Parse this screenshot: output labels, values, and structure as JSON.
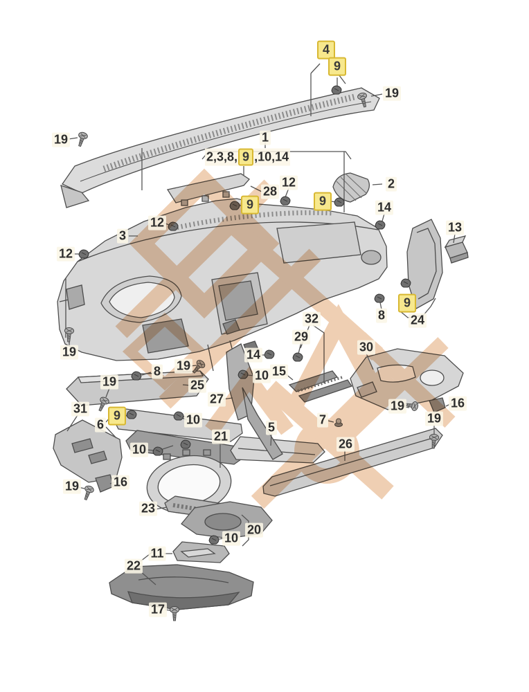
{
  "figure": {
    "kind": "exploded-parts-diagram",
    "subject": "dashboard-instrument-panel-assembly"
  },
  "colors": {
    "background": "#ffffff",
    "part_fill_light": "#d8d8d8",
    "part_fill_dark": "#9a9a9a",
    "line": "#4d4d4d",
    "watermark": "#e09f68",
    "highlight_bg": "#f7e88d",
    "highlight_border": "#d8b832",
    "label_bg": "#fbf6e6",
    "label_text": "#2d2d2d"
  },
  "assembly": {
    "group_label": "1",
    "prefix": "2,3,8,",
    "highlight": "9",
    "suffix": ",10,14"
  },
  "callouts": [
    {
      "label": "4",
      "highlighted": true
    },
    {
      "label": "9",
      "highlighted": true
    },
    {
      "label": "19",
      "highlighted": false
    },
    {
      "label": "19",
      "highlighted": false
    },
    {
      "label": "28",
      "highlighted": false
    },
    {
      "label": "12",
      "highlighted": false
    },
    {
      "label": "9",
      "highlighted": true
    },
    {
      "label": "9",
      "highlighted": true
    },
    {
      "label": "2",
      "highlighted": false
    },
    {
      "label": "14",
      "highlighted": false
    },
    {
      "label": "13",
      "highlighted": false
    },
    {
      "label": "3",
      "highlighted": false
    },
    {
      "label": "12",
      "highlighted": false
    },
    {
      "label": "12",
      "highlighted": false
    },
    {
      "label": "8",
      "highlighted": false
    },
    {
      "label": "9",
      "highlighted": true
    },
    {
      "label": "24",
      "highlighted": false
    },
    {
      "label": "32",
      "highlighted": false
    },
    {
      "label": "29",
      "highlighted": false
    },
    {
      "label": "14",
      "highlighted": false
    },
    {
      "label": "10",
      "highlighted": false
    },
    {
      "label": "15",
      "highlighted": false
    },
    {
      "label": "8",
      "highlighted": false
    },
    {
      "label": "19",
      "highlighted": false
    },
    {
      "label": "19",
      "highlighted": false
    },
    {
      "label": "25",
      "highlighted": false
    },
    {
      "label": "27",
      "highlighted": false
    },
    {
      "label": "9",
      "highlighted": true
    },
    {
      "label": "6",
      "highlighted": false
    },
    {
      "label": "10",
      "highlighted": false
    },
    {
      "label": "21",
      "highlighted": false
    },
    {
      "label": "31",
      "highlighted": false
    },
    {
      "label": "10",
      "highlighted": false
    },
    {
      "label": "19",
      "highlighted": false
    },
    {
      "label": "16",
      "highlighted": false
    },
    {
      "label": "19",
      "highlighted": false
    },
    {
      "label": "5",
      "highlighted": false
    },
    {
      "label": "7",
      "highlighted": false
    },
    {
      "label": "26",
      "highlighted": false
    },
    {
      "label": "30",
      "highlighted": false
    },
    {
      "label": "19",
      "highlighted": false
    },
    {
      "label": "16",
      "highlighted": false
    },
    {
      "label": "19",
      "highlighted": false
    },
    {
      "label": "23",
      "highlighted": false
    },
    {
      "label": "20",
      "highlighted": false
    },
    {
      "label": "10",
      "highlighted": false
    },
    {
      "label": "11",
      "highlighted": false
    },
    {
      "label": "22",
      "highlighted": false
    },
    {
      "label": "17",
      "highlighted": false
    }
  ]
}
